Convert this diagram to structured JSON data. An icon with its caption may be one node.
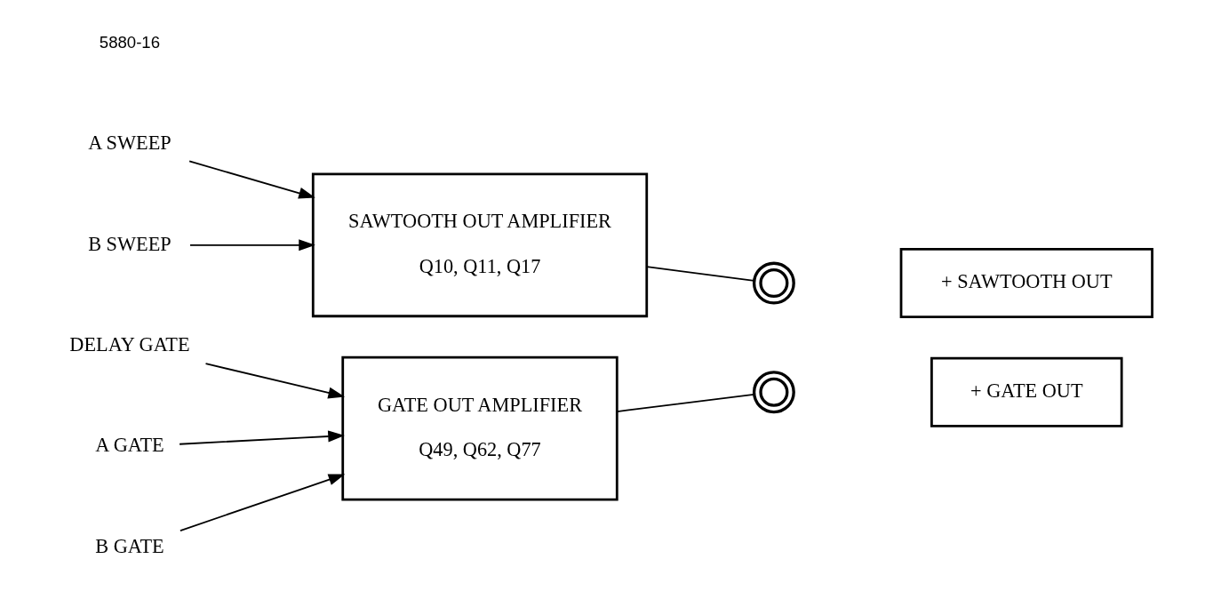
{
  "diagram": {
    "nodes": [
      {
        "text": [
          "A SWEEP"
        ]
      },
      {
        "text": [
          "B SWEEP"
        ]
      },
      {
        "text": [
          "SAWTOOTH OUT AMPLIFIER",
          "Q10, Q11, Q17"
        ]
      },
      {
        "text": [],
        "shape": "circle"
      },
      {
        "text": [
          "+ SAWTOOTH OUT"
        ]
      },
      {
        "text": [
          "DELAY GATE"
        ]
      },
      {
        "text": [
          "A GATE"
        ]
      },
      {
        "text": [
          "B GATE"
        ]
      },
      {
        "text": [
          "GATE OUT AMPLIFIER",
          "Q49, Q62, Q77"
        ]
      },
      {
        "text": [],
        "shape": "circle"
      },
      {
        "text": [
          "+ GATE OUT"
        ]
      }
    ],
    "edges": [
      {
        "from": 0,
        "to": 2,
        "arrow": "to"
      },
      {
        "from": 1,
        "to": 2,
        "arrow": "to"
      },
      {
        "from": 2,
        "to": 3,
        "arrow": "none"
      },
      {
        "from": 5,
        "to": 8,
        "arrow": "to"
      },
      {
        "from": 6,
        "to": 8,
        "arrow": "to"
      },
      {
        "from": 7,
        "to": 8,
        "arrow": "to"
      },
      {
        "from": 8,
        "to": 9,
        "arrow": "none"
      }
    ],
    "labels": [
      "5880-16"
    ]
  }
}
